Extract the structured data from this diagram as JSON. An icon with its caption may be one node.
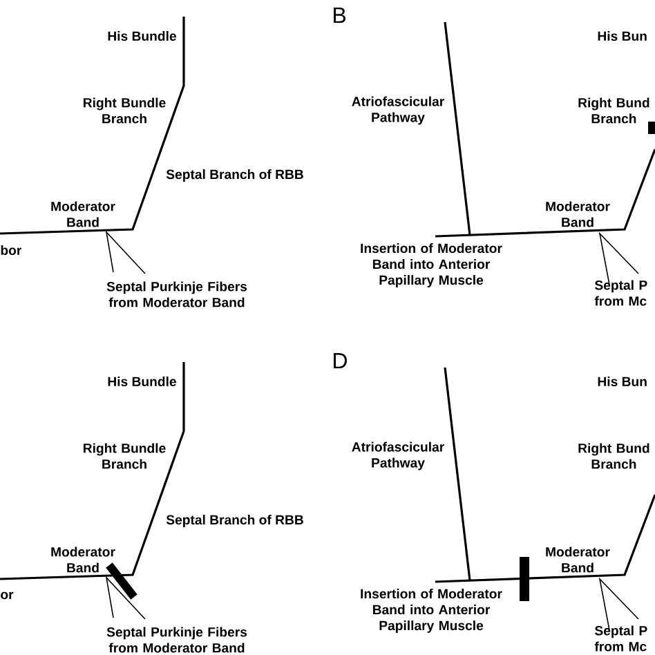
{
  "diagram": {
    "labels": [
      "His Bundle",
      "Right Bundle Branch",
      "Septal Branch of RBB",
      "Moderator Band",
      "bor",
      "Septal Purkinje Fibers from Moderator Band",
      "B",
      "His Bun",
      "Atriofascicular Pathway",
      "Right Bund Branch",
      "Moderator Band",
      "Insertion of Moderator Band into Anterior Papillary Muscle",
      "Septal P from Mc",
      "His Bundle",
      "Right Bundle Branch",
      "Septal Branch of RBB",
      "Moderator Band",
      "or",
      "Septal Purkinje Fibers from Moderator Band",
      "D",
      "His Bun",
      "Atriofascicular Pathway",
      "Right Bund Branch",
      "Moderator Band",
      "Insertion of Moderator Band into Anterior Papillary Muscle",
      "Septal P from Mc"
    ]
  }
}
